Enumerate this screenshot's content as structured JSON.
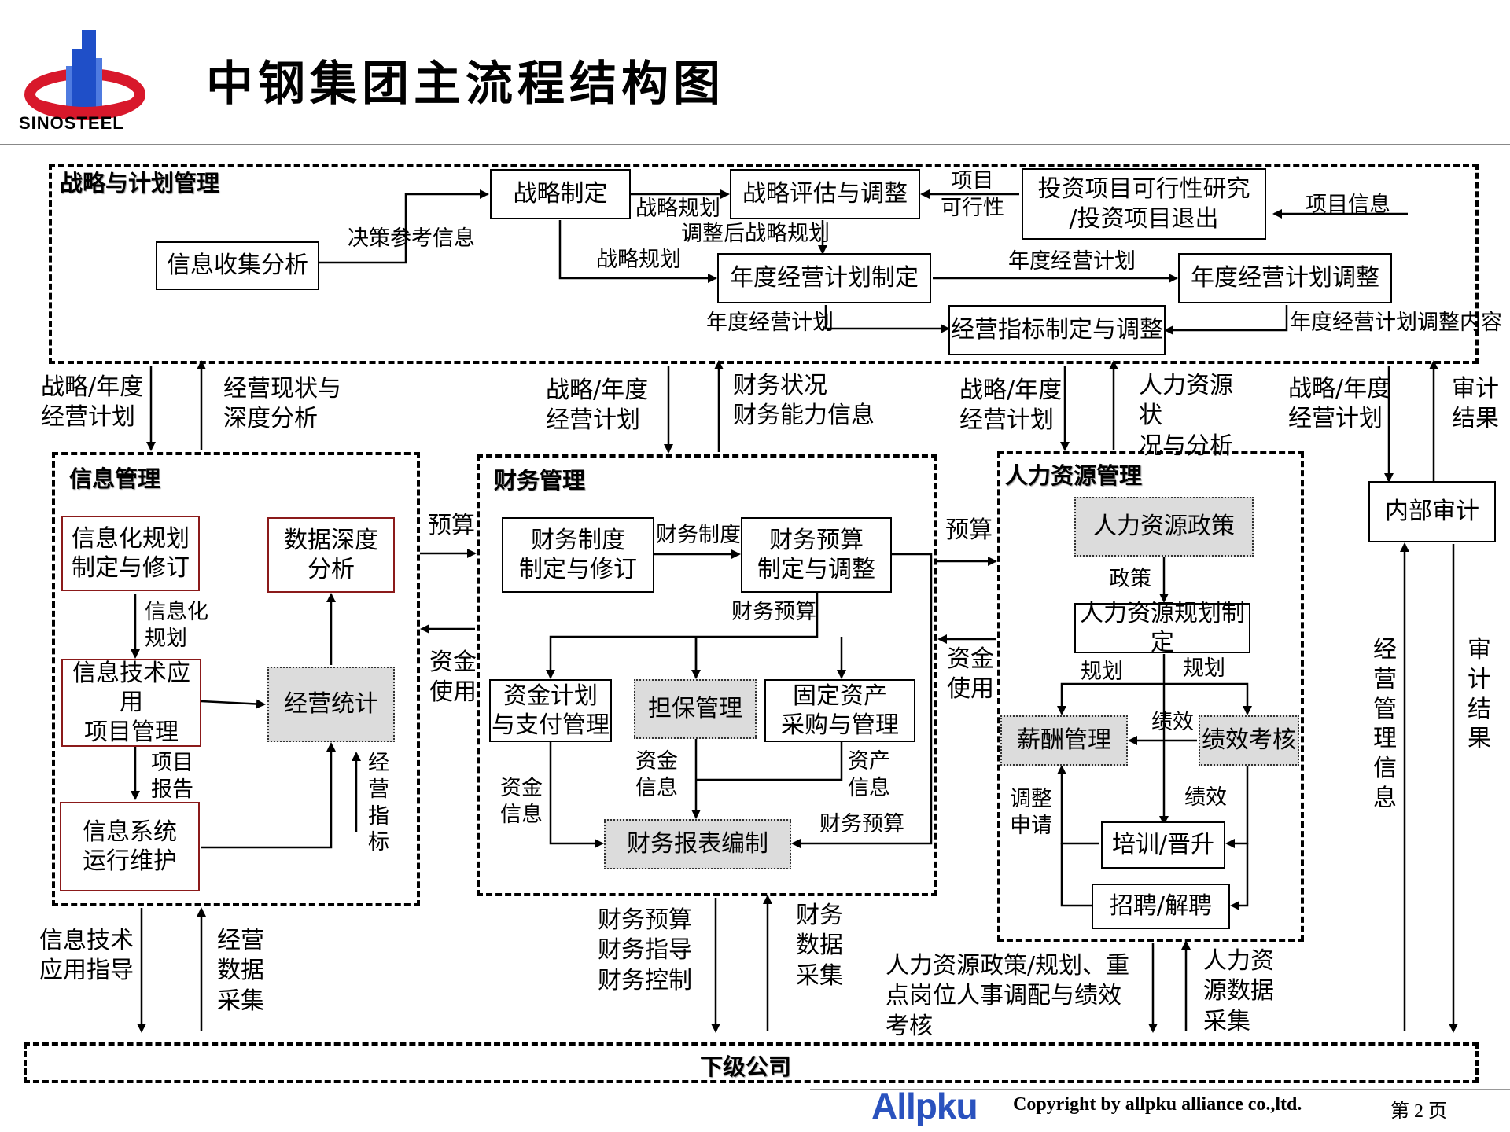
{
  "header": {
    "title": "中钢集团主流程结构图",
    "logo_text": "SINOSTEEL"
  },
  "regions": {
    "strategy": "战略与计划管理",
    "info": "信息管理",
    "finance": "财务管理",
    "hr": "人力资源管理",
    "subsidiary": "下级公司"
  },
  "boxes": {
    "info_collect": "信息收集分析",
    "strategy_make": "战略制定",
    "strategy_eval": "战略评估与调整",
    "invest": "投资项目可行性研究\n/投资项目退出",
    "annual_plan": "年度经营计划制定",
    "annual_adjust": "年度经营计划调整",
    "kpi": "经营指标制定与调整",
    "it_plan": "信息化规划\n制定与修订",
    "data_analysis": "数据深度\n分析",
    "it_project": "信息技术应用\n项目管理",
    "biz_stats": "经营统计",
    "it_ops": "信息系统\n运行维护",
    "fin_policy": "财务制度\n制定与修订",
    "fin_budget": "财务预算\n制定与调整",
    "fund_plan": "资金计划\n与支付管理",
    "guarantee": "担保管理",
    "fixed_asset": "固定资产\n采购与管理",
    "fin_report": "财务报表编制",
    "hr_policy": "人力资源政策",
    "hr_plan": "人力资源规划制定",
    "salary": "薪酬管理",
    "perf": "绩效考核",
    "training": "培训/晋升",
    "recruit": "招聘/解聘",
    "audit": "内部审计"
  },
  "labels": {
    "decision_ref": "决策参考信息",
    "strategic_plan_a": "战略规划",
    "strategic_plan_b": "战略规划",
    "adjusted_plan": "调整后战略规划",
    "feasibility": "项目\n可行性",
    "project_info": "项目信息",
    "annual_plan_link": "年度经营计划",
    "annual_plan_to_kpi": "年度经营计划",
    "adjust_content": "年度经营计划调整内容",
    "down_info": "战略/年度\n经营计划",
    "up_info": "经营现状与\n深度分析",
    "down_fin": "战略/年度\n经营计划",
    "up_fin": "财务状况\n财务能力信息",
    "down_hr": "战略/年度\n经营计划",
    "up_hr": "人力资源\n状\n况与分析",
    "down_audit": "战略/年度\n经营计划",
    "up_audit": "审计\n结果",
    "it_plan_label": "信息化\n规划",
    "project_report": "项目\n报告",
    "biz_indicator": "经\n营\n指\n标",
    "budget_left": "预算",
    "fund_use_left": "资金\n使用",
    "fin_policy_link": "财务制度",
    "fin_budget_link": "财务预算",
    "fund_info_a": "资金\n信息",
    "fund_info_b": "资金\n信息",
    "asset_info": "资产\n信息",
    "fin_budget_right": "财务预算",
    "budget_right": "预算",
    "fund_use_right": "资金\n使用",
    "policy": "政策",
    "planning_a": "规划",
    "planning_b": "规划",
    "perf_link": "绩效",
    "perf_link2": "绩效",
    "adjust_request": "调整\n申请",
    "biz_mgmt_info": "经\n营\n管\n理\n信\n息",
    "audit_result_v": "审\n计\n结\n果",
    "it_guidance": "信息技术\n应用指导",
    "biz_data_collect": "经营\n数据\n采集",
    "fin_control": "财务预算\n财务指导\n财务控制",
    "fin_data_collect": "财务\n数据\n采集",
    "hr_policy_down": "人力资源政策/规划、重\n点岗位人事调配与绩效\n考核",
    "hr_data_collect": "人力资\n源数据\n采集"
  },
  "footer": {
    "brand": "Allpku",
    "copyright": "Copyright by  allpku alliance co.,ltd.",
    "page": "第  2  页"
  },
  "colors": {
    "logo_blue": "#1f4fc8",
    "logo_red": "#d8182b",
    "box_red_border": "#8b1a1a",
    "gray_fill": "#dcdcdc",
    "footer_blue": "#2a52be"
  }
}
